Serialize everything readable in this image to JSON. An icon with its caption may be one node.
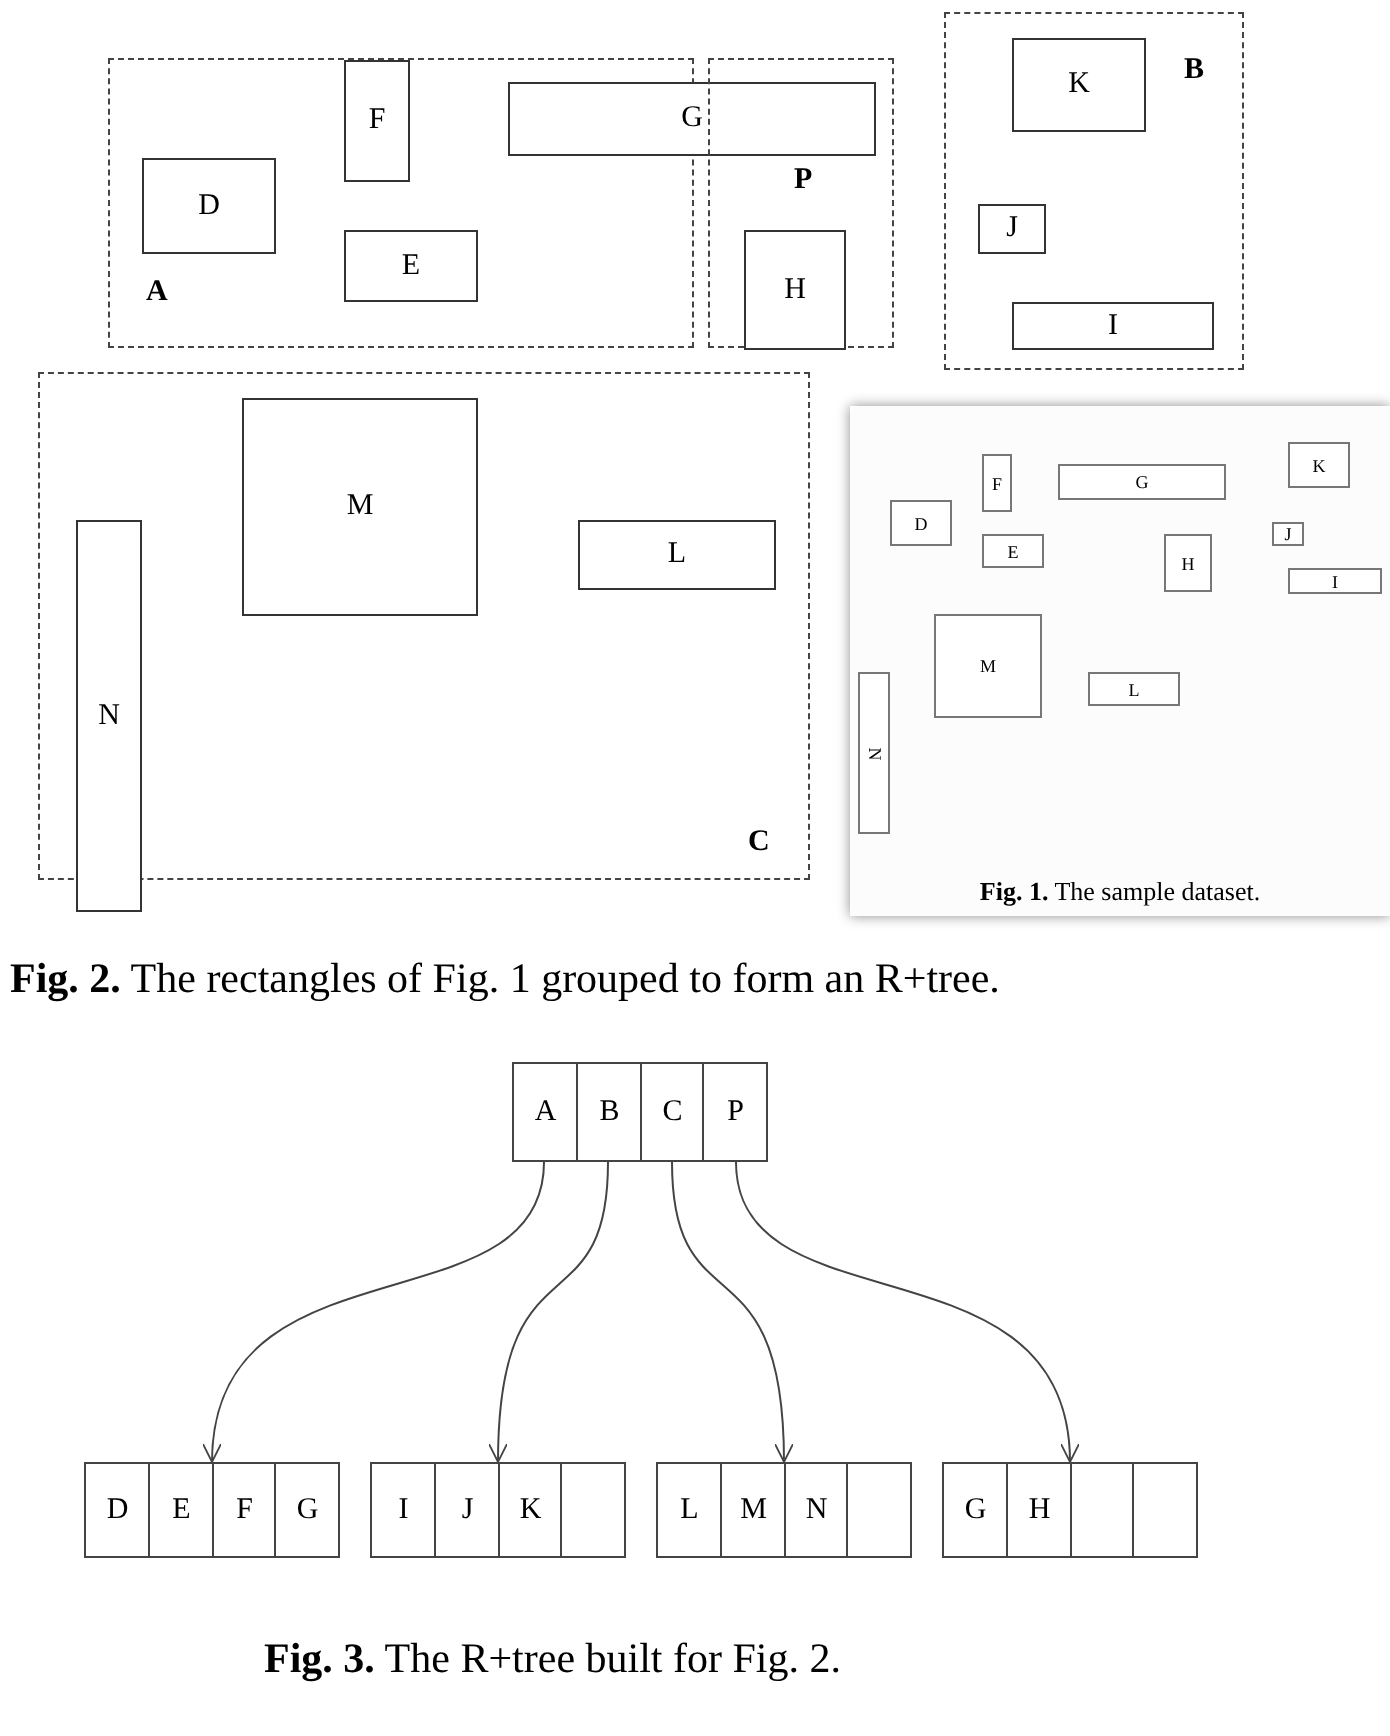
{
  "diagram": {
    "nodes": [
      {
        "text": [
          "A"
        ]
      },
      {
        "text": [
          "D"
        ],
        "in": 0
      },
      {
        "text": [
          "F"
        ],
        "in": 0
      },
      {
        "text": [
          "E"
        ],
        "in": 0
      },
      {
        "text": [
          "G"
        ]
      },
      {
        "text": [
          "P"
        ]
      },
      {
        "text": [
          "H"
        ],
        "in": 5
      },
      {
        "text": [
          "B"
        ]
      },
      {
        "text": [
          "K"
        ],
        "in": 7
      },
      {
        "text": [
          "J"
        ],
        "in": 7
      },
      {
        "text": [
          "I"
        ],
        "in": 7
      },
      {
        "text": [
          "C"
        ]
      },
      {
        "text": [
          "M"
        ],
        "in": 11
      },
      {
        "text": [
          "L"
        ],
        "in": 11
      },
      {
        "text": [
          "N"
        ],
        "in": 11
      },
      {
        "text": [
          "**Fig. 1.** The sample dataset."
        ]
      },
      {
        "text": [
          "K"
        ],
        "in": 15
      },
      {
        "text": [
          "F"
        ],
        "in": 15
      },
      {
        "text": [
          "G"
        ],
        "in": 15
      },
      {
        "text": [
          "D"
        ],
        "in": 15
      },
      {
        "text": [
          "J"
        ],
        "in": 15
      },
      {
        "text": [
          "E"
        ],
        "in": 15
      },
      {
        "text": [
          "H"
        ],
        "in": 15
      },
      {
        "text": [
          "I"
        ],
        "in": 15
      },
      {
        "text": [
          "M"
        ],
        "in": 15
      },
      {
        "text": [
          "L"
        ],
        "in": 15
      },
      {
        "text": [
          "N"
        ],
        "in": 15
      },
      {
        "text": [
          "A",
          "B",
          "C",
          "P"
        ]
      },
      {
        "text": [
          "D",
          "E",
          "F",
          "G"
        ]
      },
      {
        "text": [
          "I",
          "J",
          "K"
        ]
      },
      {
        "text": [
          "L",
          "M",
          "N"
        ]
      },
      {
        "text": [
          "G",
          "H"
        ]
      }
    ],
    "edges": [
      {
        "from": 27,
        "to": 28,
        "arrow": "to"
      },
      {
        "from": 27,
        "to": 29,
        "arrow": "to"
      },
      {
        "from": 27,
        "to": 30,
        "arrow": "to"
      },
      {
        "from": 27,
        "to": 31,
        "arrow": "to"
      }
    ],
    "labels": [
      "**Fig. 2.** The rectangles of Fig. 1 grouped to form an R+tree.",
      "**Fig. 3.** The R+tree built for Fig. 2."
    ]
  }
}
